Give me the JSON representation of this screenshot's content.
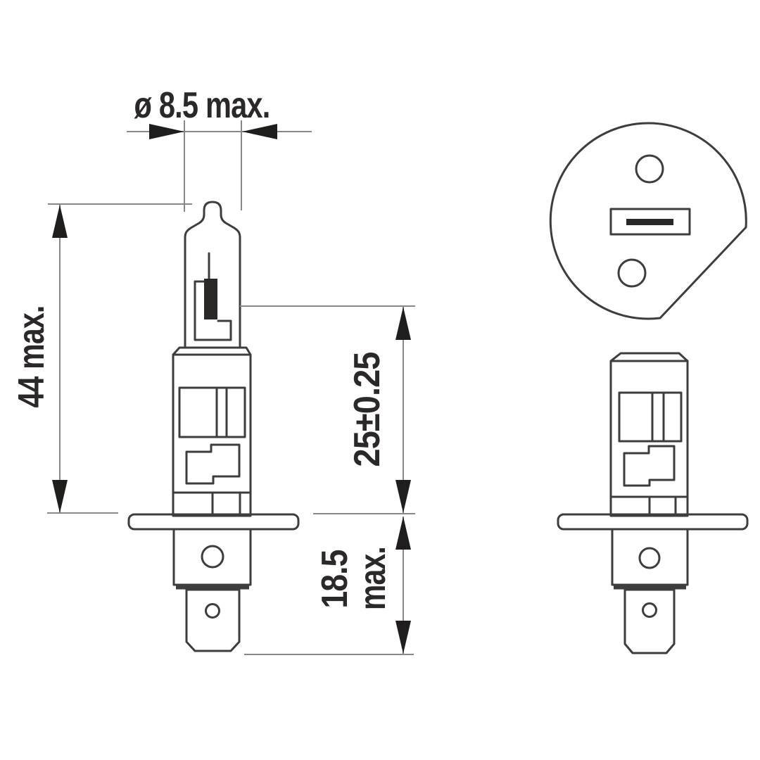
{
  "figure": {
    "type": "technical-dimension-drawing",
    "subject": "H1 halogen bulb (P14.5s base) dimensional drawing",
    "views": {
      "side_view": "bulb side elevation with dimensions",
      "base_face_view": "base flange face view with contact slot and pin holes",
      "base_side_view": "rotated base side elevation"
    }
  },
  "dimensions": {
    "bulb_diameter": "ø 8.5 max.",
    "overall_length": "44 max.",
    "filament_center": "25±0.25",
    "base_length_line1": "18.5",
    "base_length_line2": "max."
  },
  "colors": {
    "background": "#ffffff",
    "outline": "#3d3d3f",
    "dimension_line": "#87888a",
    "arrow_and_text": "#2a2928"
  }
}
